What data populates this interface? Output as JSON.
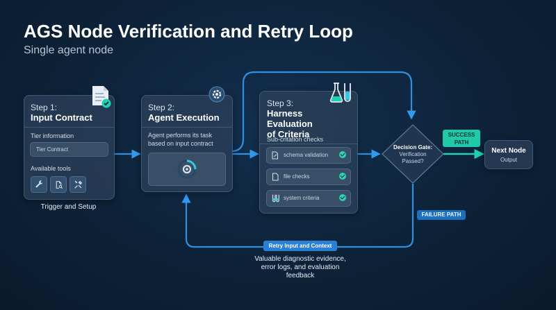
{
  "header": {
    "title": "AGS Node Verification and Retry Loop",
    "subtitle": "Single agent node"
  },
  "step1": {
    "num": "Step 1:",
    "title": "Input Contract",
    "tier_label": "Tier information",
    "tier_value": "Tier Contract",
    "tools_label": "Available tools",
    "caption": "Trigger and Setup"
  },
  "step2": {
    "num": "Step 2:",
    "title": "Agent Execution",
    "desc_line1": "Agent performs its task",
    "desc_line2": "based on input contract"
  },
  "step3": {
    "num": "Step 3:",
    "title_line1": "Harness Evaluation",
    "title_line2": "of Criteria",
    "checks_label": "Sub-critation checks",
    "checks": [
      {
        "label": "schema validation"
      },
      {
        "label": "file checks"
      },
      {
        "label": "system criteria"
      }
    ]
  },
  "gate": {
    "line1": "Decision Gate:",
    "line2": "Verification",
    "line3": "Passed?"
  },
  "success": {
    "line1": "SUCCESS",
    "line2": "PATH"
  },
  "failure": {
    "label": "FAILURE PATH"
  },
  "next_node": {
    "title": "Next Node",
    "sub": "Output"
  },
  "retry": {
    "label": "Retry Input and Context",
    "caption_line1": "Valuable diagnostic evidence,",
    "caption_line2": "error logs, and evaluation",
    "caption_line3": "feedback"
  },
  "colors": {
    "arrow": "#2f8fe0",
    "success_green": "#1fd1b0",
    "failure_blue": "#1d6fc0",
    "accent_cyan": "#38c6e8"
  },
  "icons": [
    "document-check-icon",
    "gear-icon",
    "flask-icon",
    "wrench-icon",
    "doc-search-icon",
    "tools-icon",
    "spinner-gear-icon",
    "file-icon"
  ]
}
